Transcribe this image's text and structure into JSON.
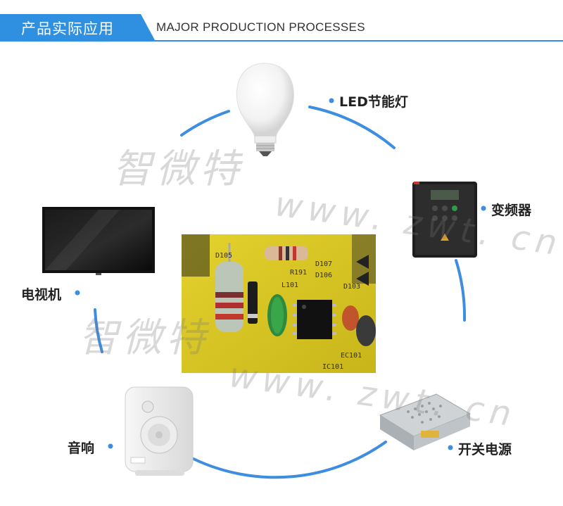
{
  "header": {
    "tab_label": "产品实际应用",
    "subtitle": "MAJOR PRODUCTION PROCESSES",
    "accent_color": "#2f8fe0"
  },
  "center": {
    "image_name": "circuit-board-photo",
    "board_labels": [
      "D107",
      "D106",
      "R191",
      "L101",
      "D103",
      "EC101",
      "IC101",
      "D105"
    ]
  },
  "applications": [
    {
      "label": "LED节能灯",
      "icon": "led-bulb-icon"
    },
    {
      "label": "变频器",
      "icon": "inverter-icon"
    },
    {
      "label": "开关电源",
      "icon": "power-supply-icon"
    },
    {
      "label": "音响",
      "icon": "speaker-icon"
    },
    {
      "label": "电视机",
      "icon": "tv-icon"
    }
  ],
  "watermark": {
    "brand": "智微特",
    "url": "www. zwt. cn"
  }
}
